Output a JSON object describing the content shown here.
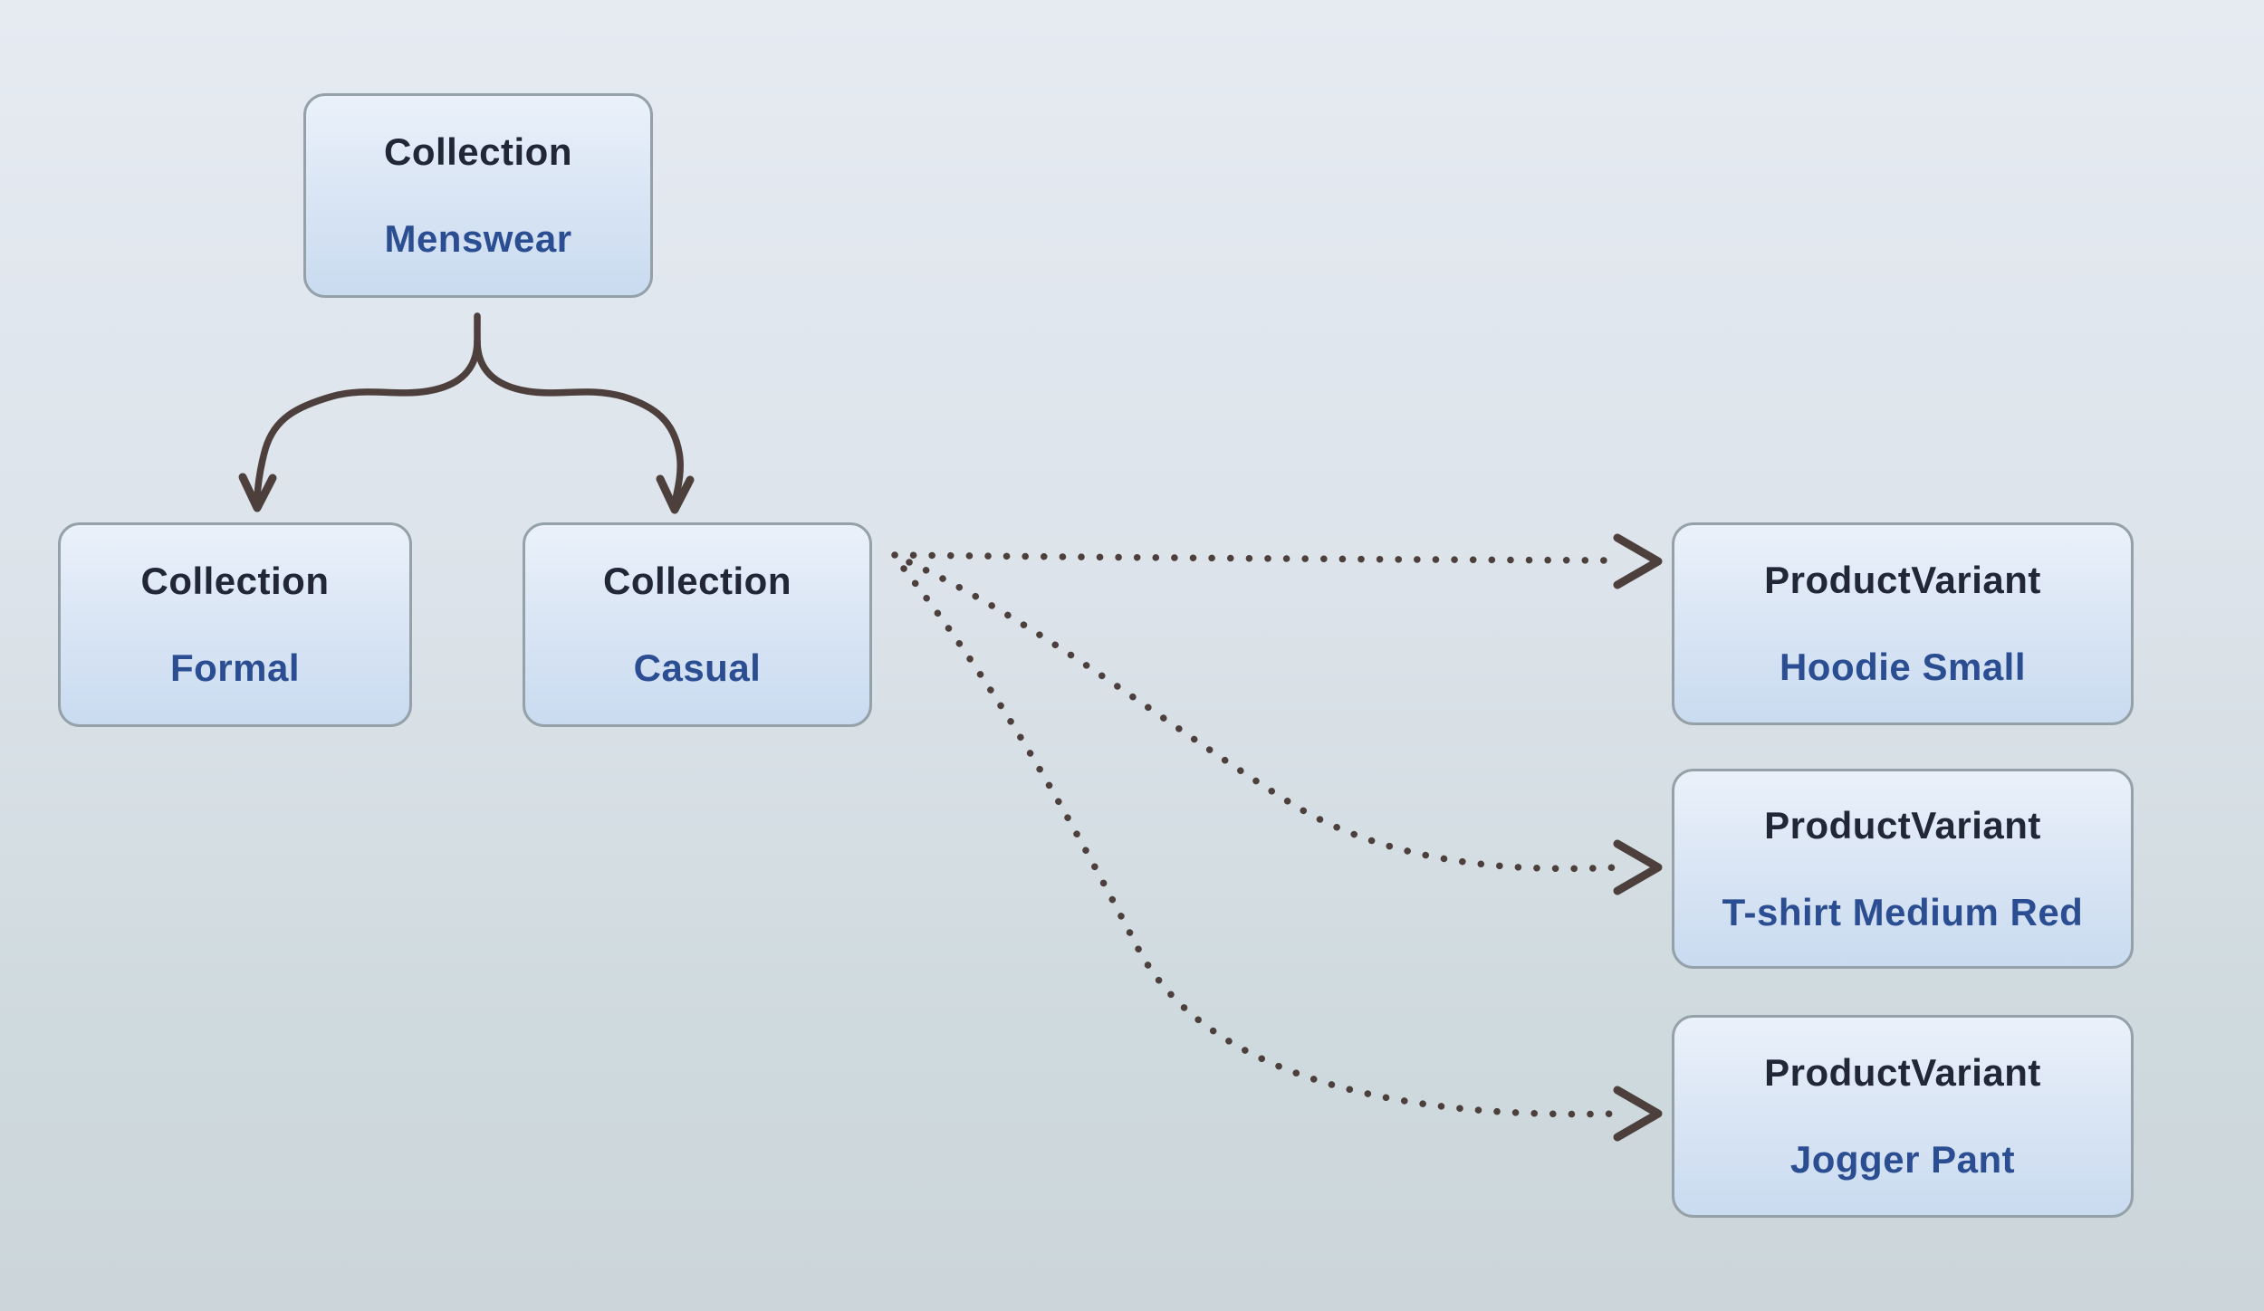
{
  "diagram": {
    "kind": "entity-relationship-tree",
    "description": "Collection hierarchy with product variants"
  },
  "palette": {
    "bg_top": "#e6ebf2",
    "bg_mid": "#dce3ea",
    "bg_low": "#cfdade",
    "bg_bottom": "#ccd6da",
    "node_border": "#95a1a9",
    "node_fill_top": "#eaf1fa",
    "node_fill_mid": "#d8e4f4",
    "node_fill_bottom": "#c9dbf0",
    "type_color": "#212737",
    "name_color": "#2b4d91",
    "arrow_color": "#4c3f3c"
  },
  "nodes": [
    {
      "id": "menswear",
      "type": "Collection",
      "name": "Menswear"
    },
    {
      "id": "formal",
      "type": "Collection",
      "name": "Formal"
    },
    {
      "id": "casual",
      "type": "Collection",
      "name": "Casual"
    },
    {
      "id": "hoodie",
      "type": "ProductVariant",
      "name": "Hoodie Small"
    },
    {
      "id": "tshirt",
      "type": "ProductVariant",
      "name": "T-shirt Medium Red"
    },
    {
      "id": "jogger",
      "type": "ProductVariant",
      "name": "Jogger Pant"
    }
  ],
  "edges": [
    {
      "from": "menswear",
      "to": "formal",
      "style": "solid",
      "arrow": "open-v"
    },
    {
      "from": "menswear",
      "to": "casual",
      "style": "solid",
      "arrow": "open-v"
    },
    {
      "from": "casual",
      "to": "hoodie",
      "style": "dotted",
      "arrow": "chevron"
    },
    {
      "from": "casual",
      "to": "tshirt",
      "style": "dotted",
      "arrow": "chevron"
    },
    {
      "from": "casual",
      "to": "jogger",
      "style": "dotted",
      "arrow": "chevron"
    }
  ]
}
